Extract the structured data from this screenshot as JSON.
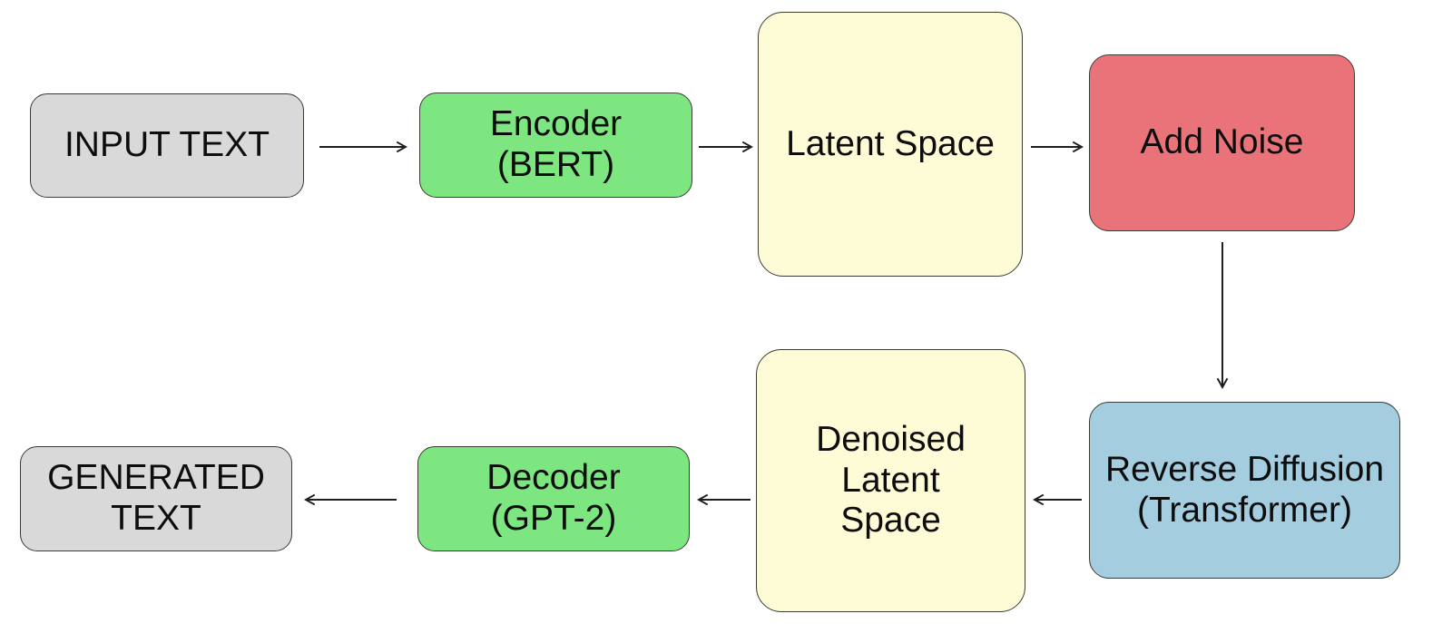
{
  "diagram": {
    "description": "Text generation pipeline flowchart using latent diffusion",
    "nodes": [
      {
        "id": "input-text",
        "label": "INPUT TEXT",
        "fill": "#d9d9d9"
      },
      {
        "id": "encoder-bert",
        "label": "Encoder\n(BERT)",
        "fill": "#7ee681"
      },
      {
        "id": "latent-space",
        "label": "Latent Space",
        "fill": "#fefcd6"
      },
      {
        "id": "add-noise",
        "label": "Add Noise",
        "fill": "#ea737a"
      },
      {
        "id": "reverse-diffusion",
        "label": "Reverse Diffusion\n(Transformer)",
        "fill": "#a4cde0"
      },
      {
        "id": "denoised-latent-space",
        "label": "Denoised\nLatent\nSpace",
        "fill": "#fefcd6"
      },
      {
        "id": "decoder-gpt2",
        "label": "Decoder\n(GPT-2)",
        "fill": "#7ee681"
      },
      {
        "id": "generated-text",
        "label": "GENERATED\nTEXT",
        "fill": "#d9d9d9"
      }
    ],
    "edges": [
      {
        "from": "input-text",
        "to": "encoder-bert",
        "direction": "right"
      },
      {
        "from": "encoder-bert",
        "to": "latent-space",
        "direction": "right"
      },
      {
        "from": "latent-space",
        "to": "add-noise",
        "direction": "right"
      },
      {
        "from": "add-noise",
        "to": "reverse-diffusion",
        "direction": "down"
      },
      {
        "from": "reverse-diffusion",
        "to": "denoised-latent-space",
        "direction": "left"
      },
      {
        "from": "denoised-latent-space",
        "to": "decoder-gpt2",
        "direction": "left"
      },
      {
        "from": "decoder-gpt2",
        "to": "generated-text",
        "direction": "left"
      }
    ],
    "colors": {
      "arrow": "#1f1f1f",
      "node_border": "#3c3c34",
      "text": "#0d0d0d",
      "background": "#ffffff"
    }
  }
}
